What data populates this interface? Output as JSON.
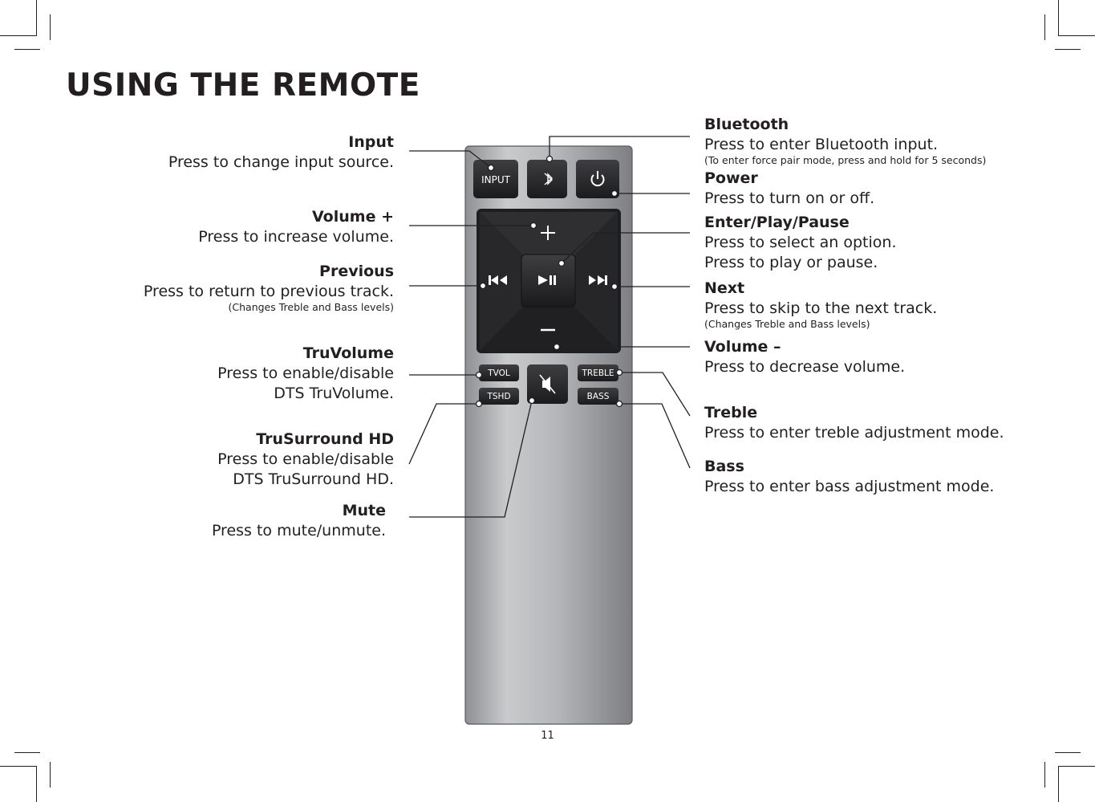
{
  "title": "USING THE REMOTE",
  "page_number": "11",
  "labels": {
    "input": {
      "heading": "Input",
      "desc": [
        "Press to change input source."
      ]
    },
    "volume_up": {
      "heading": "Volume +",
      "desc": [
        "Press to increase volume."
      ]
    },
    "previous": {
      "heading": "Previous",
      "desc": [
        "Press to return to previous track."
      ],
      "note": "(Changes Treble and Bass levels)"
    },
    "truvolume": {
      "heading": "TruVolume",
      "desc": [
        "Press to enable/disable",
        "DTS TruVolume."
      ]
    },
    "trusurround": {
      "heading": "TruSurround HD",
      "desc": [
        "Press to enable/disable",
        "DTS TruSurround HD."
      ]
    },
    "mute": {
      "heading": "Mute",
      "desc": [
        "Press to mute/unmute."
      ]
    },
    "bluetooth": {
      "heading": "Bluetooth",
      "desc": [
        "Press to enter Bluetooth input."
      ],
      "note": "(To enter force pair mode, press and hold for 5 seconds)"
    },
    "power": {
      "heading": "Power",
      "desc": [
        "Press to turn on or off."
      ]
    },
    "enter": {
      "heading": "Enter/Play/Pause",
      "desc": [
        "Press to select an option.",
        "Press to play or pause."
      ]
    },
    "next": {
      "heading": "Next",
      "desc": [
        "Press to skip to the next track."
      ],
      "note": "(Changes Treble and Bass levels)"
    },
    "volume_down": {
      "heading": "Volume –",
      "desc": [
        "Press to decrease volume."
      ]
    },
    "treble": {
      "heading": "Treble",
      "desc": [
        "Press to enter treble adjustment mode."
      ]
    },
    "bass": {
      "heading": "Bass",
      "desc": [
        "Press to enter bass adjustment mode."
      ]
    }
  },
  "remote": {
    "input_button": "INPUT",
    "tvol_button": "TVOL",
    "tshd_button": "TSHD",
    "treble_button": "TREBLE",
    "bass_button": "BASS"
  },
  "colors": {
    "ink": "#231f20",
    "remote_body": "#b9bbbd",
    "button": "#2a2a2c"
  }
}
